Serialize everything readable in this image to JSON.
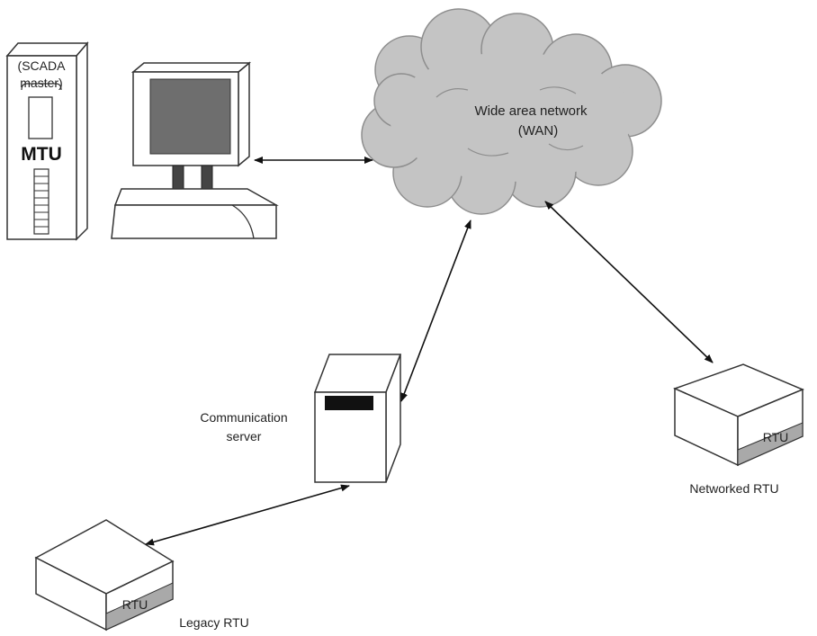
{
  "mtu": {
    "title_line1": "(SCADA",
    "title_line2": "master)",
    "label": "MTU"
  },
  "wan": {
    "line1": "Wide area network",
    "line2": "(WAN)"
  },
  "comm_server": {
    "line1": "Communication",
    "line2": "server"
  },
  "networked_rtu": {
    "box_label": "RTU",
    "caption": "Networked RTU"
  },
  "legacy_rtu": {
    "box_label": "RTU",
    "caption": "Legacy RTU"
  },
  "colors": {
    "cloud_fill": "#c4c4c4",
    "screen_fill": "#6e6e6e",
    "rtu_band": "#a9a9a9",
    "stroke": "#333333"
  }
}
